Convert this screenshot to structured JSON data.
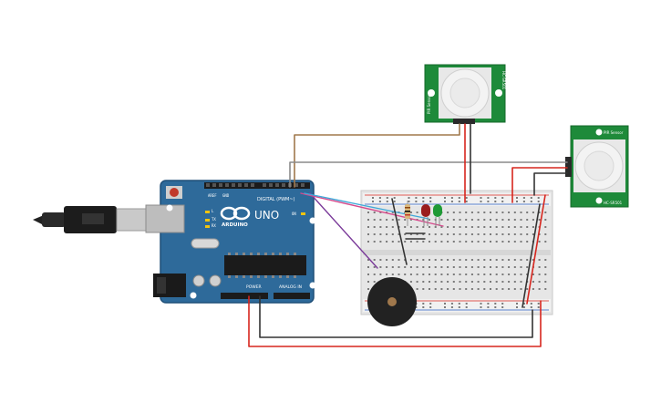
{
  "arduino": {
    "logo_text": "UNO",
    "brand_text": "ARDUINO",
    "digital_label": "DIGITAL (PWM~)",
    "power_label": "POWER",
    "analog_label": "ANALOG IN",
    "tx_label": "TX",
    "rx_label": "RX",
    "l_label": "L",
    "on_label": "ON",
    "aref_label": "AREF",
    "gnd_label": "GND"
  },
  "pir_sensor_top": {
    "label_left": "PIR Sensor",
    "label_right": "HC-SR501"
  },
  "pir_sensor_right": {
    "label_left": "PIR Sensor",
    "label_right": "HC-SR501"
  },
  "colors": {
    "board": "#2e6a9a",
    "board_edge": "#1f4f78",
    "pcb_green": "#1e8a3a",
    "breadboard": "#e6e6e6",
    "wire_red": "#d7261e",
    "wire_black": "#333333",
    "wire_brown": "#a0784c",
    "wire_gray": "#8a8a8a",
    "wire_purple": "#7b3b9a",
    "wire_pink": "#d64a8c",
    "wire_cyan": "#40a8d8",
    "led_red": "#9a1d1d",
    "led_green": "#1f9a35",
    "buzzer": "#222222"
  }
}
